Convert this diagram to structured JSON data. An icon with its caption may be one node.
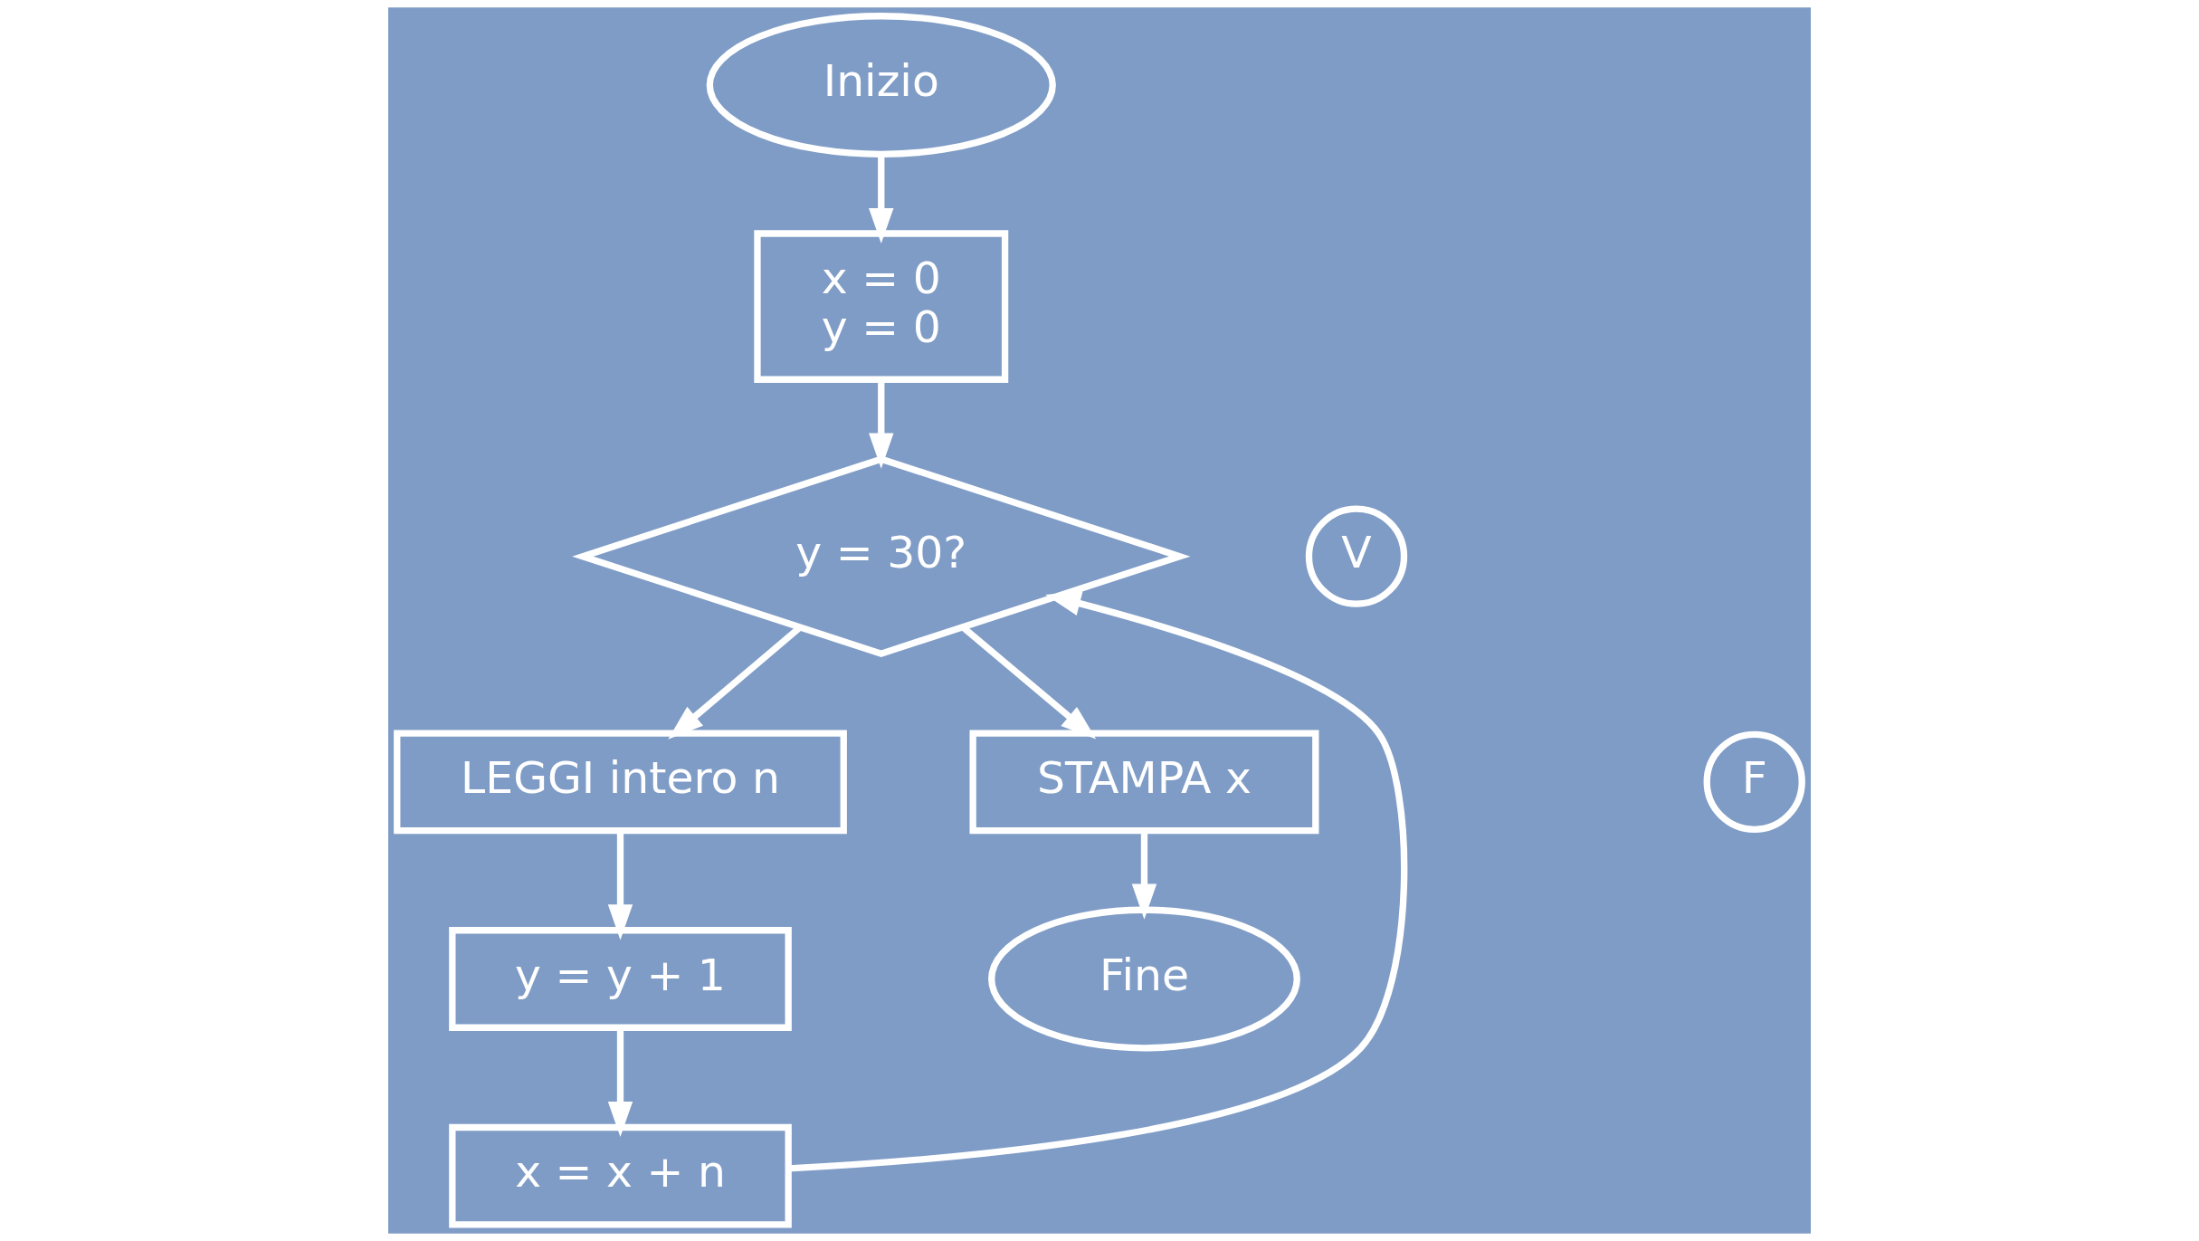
{
  "diagram": {
    "nodes": [
      {
        "text": [
          "Inizio"
        ]
      },
      {
        "text": [
          "x = 0",
          "y = 0"
        ]
      },
      {
        "text": [
          "y = 30?"
        ]
      },
      {
        "text": [
          "V"
        ]
      },
      {
        "text": [
          "F"
        ]
      },
      {
        "text": [
          "LEGGI intero n"
        ]
      },
      {
        "text": [
          "y = y + 1"
        ]
      },
      {
        "text": [
          "x = x + n"
        ]
      },
      {
        "text": [
          "STAMPA x"
        ]
      },
      {
        "text": [
          "Fine"
        ]
      }
    ],
    "edges": [
      {
        "from": 0,
        "to": 1,
        "arrow": "to"
      },
      {
        "from": 1,
        "to": 2,
        "arrow": "to"
      },
      {
        "from": 2,
        "to": 8,
        "arrow": "to"
      },
      {
        "from": 2,
        "to": 5,
        "arrow": "to"
      },
      {
        "from": 5,
        "to": 6,
        "arrow": "to"
      },
      {
        "from": 6,
        "to": 7,
        "arrow": "to"
      },
      {
        "from": 7,
        "to": 2,
        "arrow": "to"
      },
      {
        "from": 8,
        "to": 9,
        "arrow": "to"
      }
    ]
  }
}
